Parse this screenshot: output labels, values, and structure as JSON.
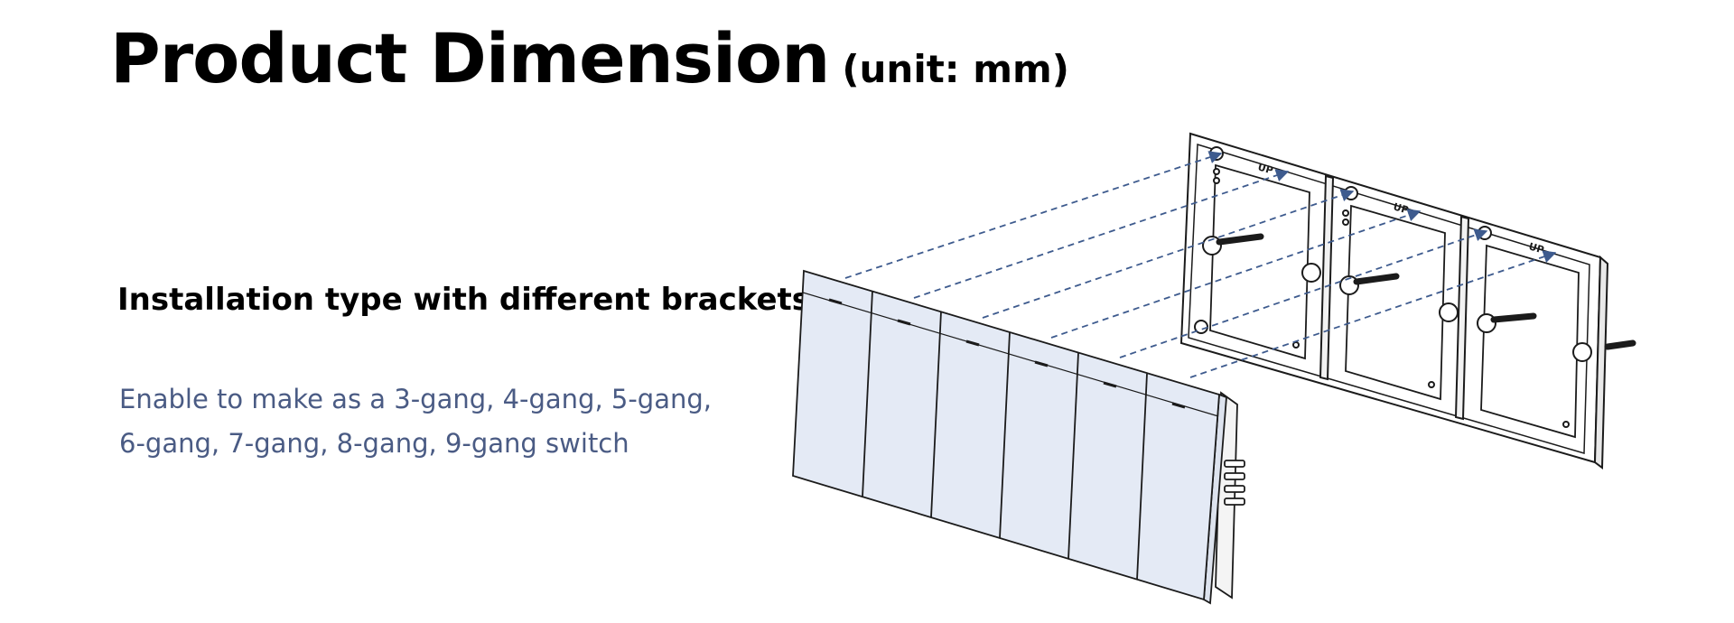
{
  "header": {
    "title": "Product Dimension",
    "unit": "(unit: mm)"
  },
  "section": {
    "heading": "Installation type with different brackets",
    "description_lines": [
      "Enable to make as a 3-gang, 4-gang, 5-gang,",
      "6-gang, 7-gang, 8-gang, 9-gang switch"
    ]
  },
  "diagram": {
    "bracket_labels": [
      "UP",
      "UP",
      "UP"
    ],
    "colors": {
      "panel_fill": "#e4eaf5",
      "line": "#1b1b1b",
      "dashed_arrow": "#3e5b8e",
      "accent_text": "#4a5b84"
    }
  }
}
